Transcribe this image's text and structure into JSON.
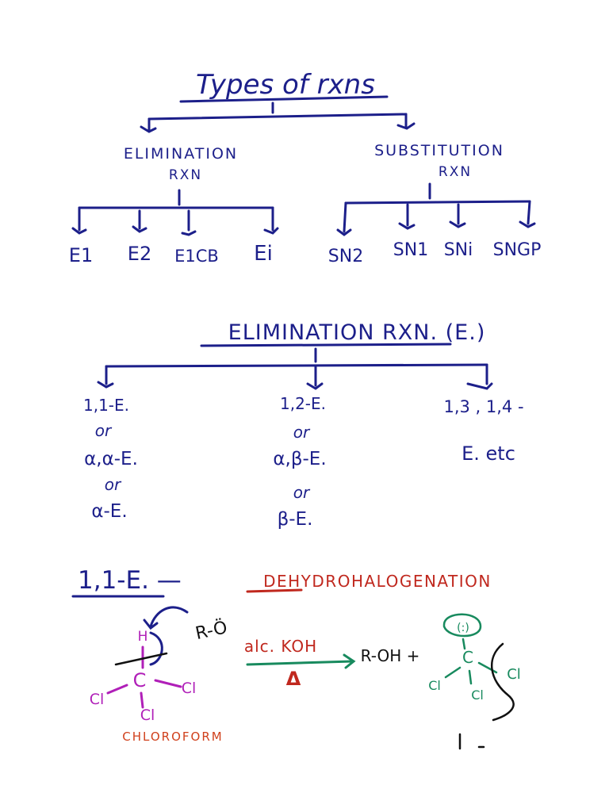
{
  "section1": {
    "title": "Types of rxns",
    "left_branch": {
      "line1": "ELIMINATION",
      "line2": "RXN"
    },
    "right_branch": {
      "line1": "SUBSTITUTION",
      "line2": "RXN"
    },
    "elimination_types": [
      "E1",
      "E2",
      "E1CB",
      "Ei"
    ],
    "substitution_types": [
      "SN2",
      "SN1",
      "SNi",
      "SNGP"
    ]
  },
  "section2": {
    "title": "ELIMINATION RXN. (E.)",
    "col1": [
      "1,1-E.",
      "or",
      "α,α-E.",
      "or",
      "α-E."
    ],
    "col2": [
      "1,2-E.",
      "or",
      "α,β-E.",
      "or",
      "β-E."
    ],
    "col3": [
      "1,3 , 1,4 -",
      "E. etc"
    ]
  },
  "section3": {
    "heading": "1,1-E. —",
    "reaction_name": "DEHYDROHALOGENATION",
    "reagent": "R-Ö",
    "conditions": "alc. KOH",
    "heat": "Δ",
    "product": "R-OH +",
    "chloroform_label": "CHLOROFORM",
    "atoms": {
      "h": "H",
      "c": "C",
      "cl": "Cl",
      "lone_pair": "(:)"
    }
  },
  "colors": {
    "ink_blue": "#1c1f8a",
    "ink_red": "#c0281e",
    "ink_magenta": "#b01fb8",
    "ink_green": "#188a5e",
    "ink_black": "#111111"
  }
}
